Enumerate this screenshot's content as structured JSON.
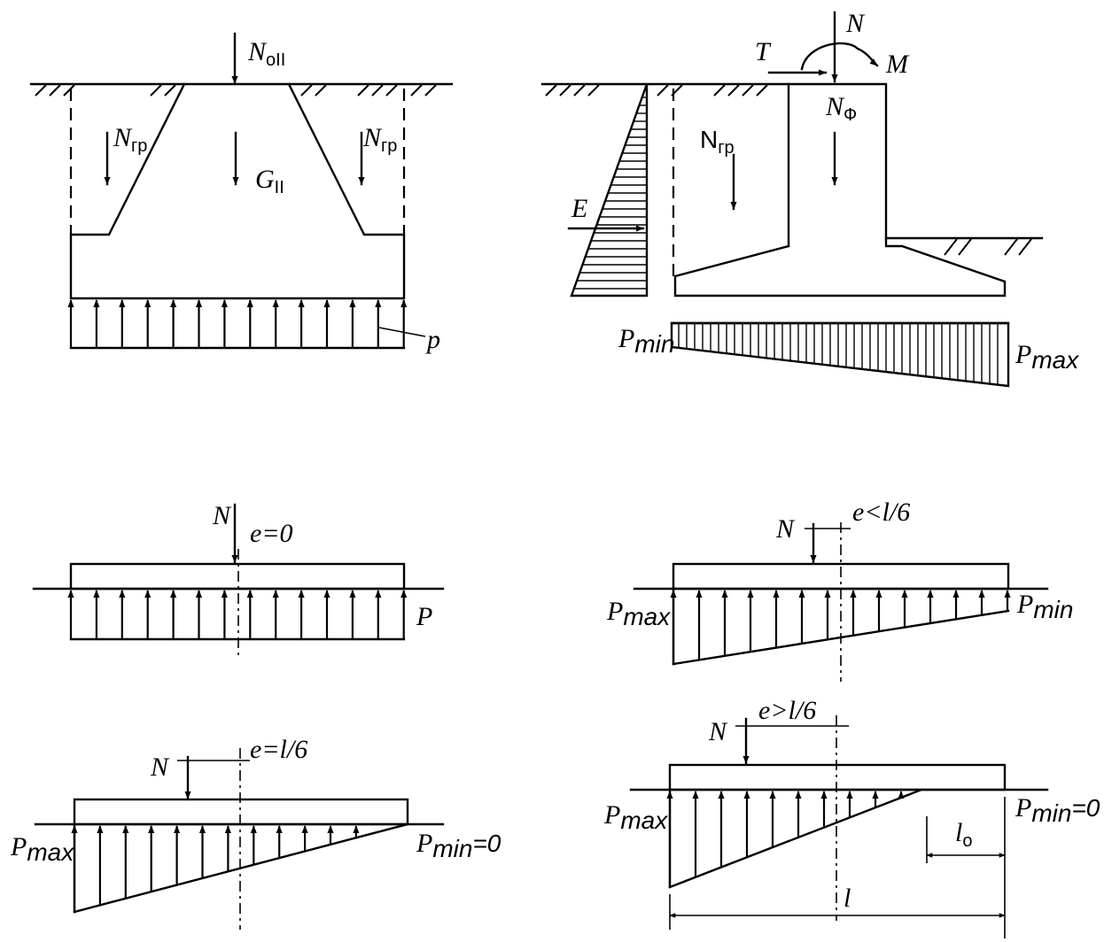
{
  "diagram1": {
    "N_base": "N",
    "N_sub": "oII",
    "Ngr_base": "N",
    "Ngr_sub": "гр",
    "G_base": "G",
    "G_sub": "II",
    "p": "p"
  },
  "diagram2": {
    "N": "N",
    "T": "T",
    "M": "M",
    "E": "E",
    "Nf_base": "N",
    "Nf_sub": "Ф",
    "Ngr_base": "N",
    "Ngr_sub": "гр",
    "Pmin_base": "P",
    "Pmin_sub": "min",
    "Pmax_base": "P",
    "Pmax_sub": "max"
  },
  "diagram3": {
    "N": "N",
    "e": "e=0",
    "P": "P"
  },
  "diagram4": {
    "N": "N",
    "e": "e<l/6",
    "Pmax_base": "P",
    "Pmax_sub": "max",
    "Pmin_base": "P",
    "Pmin_sub": "min"
  },
  "diagram5": {
    "N": "N",
    "e": "e=l/6",
    "Pmax_base": "P",
    "Pmax_sub": "max",
    "Pmin_base": "P",
    "Pmin_sub": "min",
    "Pmin_eq": "=0"
  },
  "diagram6": {
    "N": "N",
    "e": "e>l/6",
    "Pmax_base": "P",
    "Pmax_sub": "max",
    "Pmin_base": "P",
    "Pmin_sub": "min",
    "Pmin_eq": "=0",
    "l0_base": "l",
    "l0_sub": "o",
    "l": "l"
  }
}
